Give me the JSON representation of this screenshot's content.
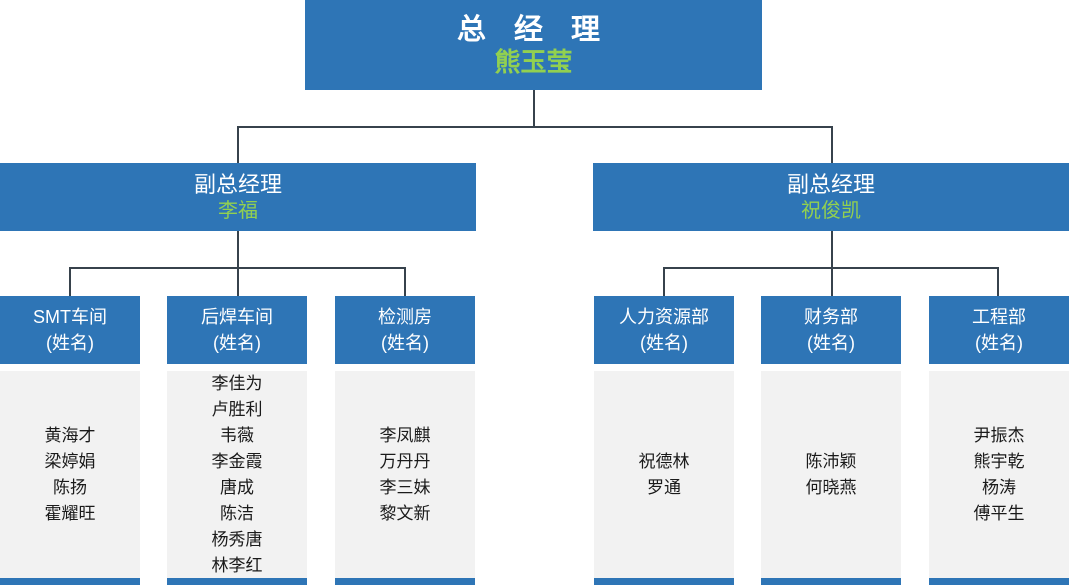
{
  "colors": {
    "box_blue": "#2E75B6",
    "name_green": "#92D050",
    "line_dark": "#37424C",
    "list_bg": "#F2F2F2"
  },
  "org": {
    "root": {
      "title": "总 经 理",
      "name": "熊玉莹"
    },
    "deputies": [
      {
        "title": "副总经理",
        "name": "李福"
      },
      {
        "title": "副总经理",
        "name": "祝俊凯"
      }
    ],
    "departments": [
      {
        "label": "SMT车间",
        "sublabel": "(姓名)",
        "members": [
          "黄海才",
          "梁婷娟",
          "陈扬",
          "霍耀旺"
        ]
      },
      {
        "label": "后焊车间",
        "sublabel": "(姓名)",
        "members": [
          "李佳为",
          "卢胜利",
          "韦薇",
          "李金霞",
          "唐成",
          "陈洁",
          "杨秀唐",
          "林李红"
        ]
      },
      {
        "label": "检测房",
        "sublabel": "(姓名)",
        "members": [
          "李凤麒",
          "万丹丹",
          "李三妹",
          "黎文新"
        ]
      },
      {
        "label": "人力资源部",
        "sublabel": "(姓名)",
        "members": [
          "祝德林",
          "罗通"
        ]
      },
      {
        "label": "财务部",
        "sublabel": "(姓名)",
        "members": [
          "陈沛颖",
          "何晓燕"
        ]
      },
      {
        "label": "工程部",
        "sublabel": "(姓名)",
        "members": [
          "尹振杰",
          "熊宇乾",
          "杨涛",
          "傅平生"
        ]
      }
    ]
  }
}
